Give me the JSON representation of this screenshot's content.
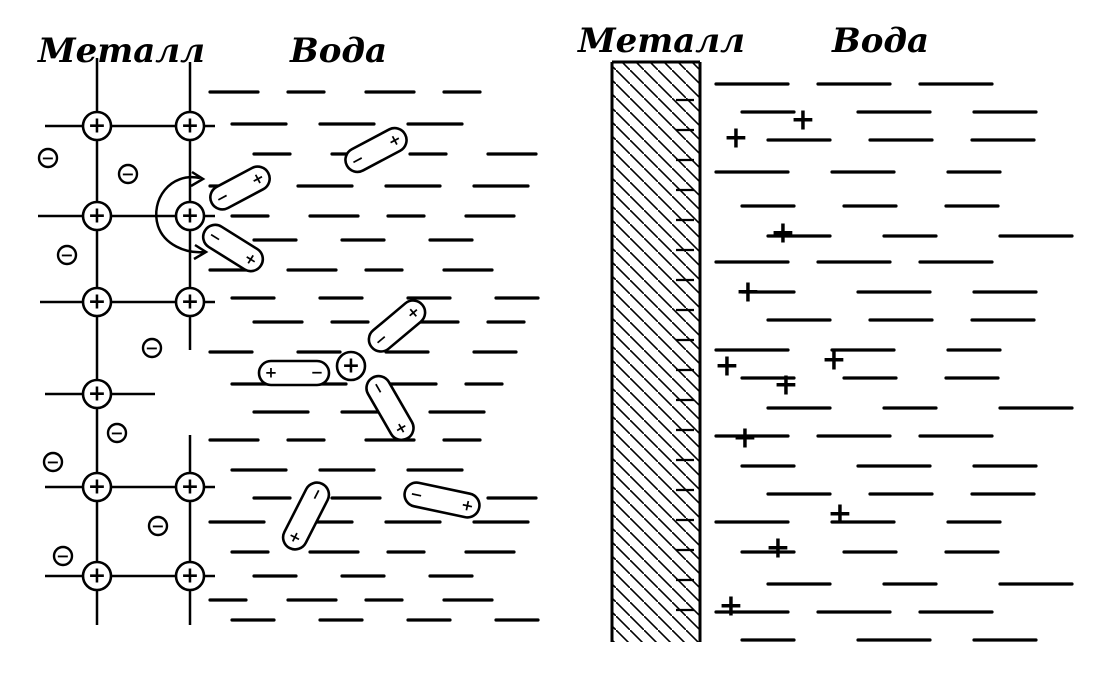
{
  "left_panel": {
    "metal_label": "Металл",
    "water_label": "Вода",
    "cation_sign": "+",
    "electron_sign": "−",
    "dipole_positive": "+",
    "dipole_negative": "−"
  },
  "right_panel": {
    "metal_label": "Металл",
    "water_label": "Вода",
    "cation_sign": "+"
  },
  "colors": {
    "ink": "#000000",
    "background": "#ffffff"
  }
}
